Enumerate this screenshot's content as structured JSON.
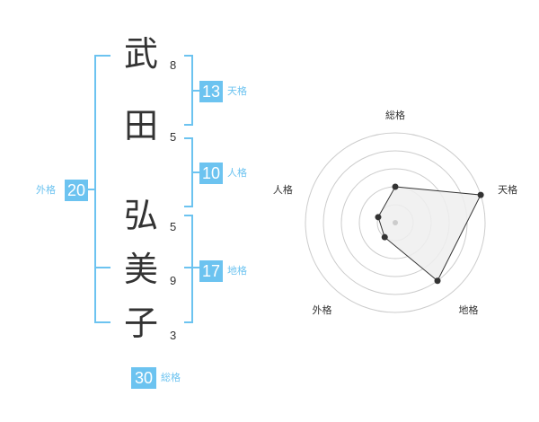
{
  "name_chars": [
    {
      "char": "武",
      "strokes": "8"
    },
    {
      "char": "田",
      "strokes": "5"
    },
    {
      "char": "弘",
      "strokes": "5"
    },
    {
      "char": "美",
      "strokes": "9"
    },
    {
      "char": "子",
      "strokes": "3"
    }
  ],
  "badges": {
    "tenkaku": {
      "value": "13",
      "label": "天格"
    },
    "jinkaku": {
      "value": "10",
      "label": "人格"
    },
    "chikaku": {
      "value": "17",
      "label": "地格"
    },
    "gaikaku": {
      "value": "20",
      "label": "外格"
    },
    "soukaku": {
      "value": "30",
      "label": "総格"
    }
  },
  "colors": {
    "accent": "#6cc3f0",
    "text": "#333333",
    "grid": "#cccccc",
    "fill": "#eeeeee"
  },
  "chart_data": {
    "type": "radar",
    "axes": [
      "総格",
      "天格",
      "地格",
      "外格",
      "人格"
    ],
    "values": [
      2,
      5,
      4,
      1,
      1
    ],
    "max": 5
  }
}
